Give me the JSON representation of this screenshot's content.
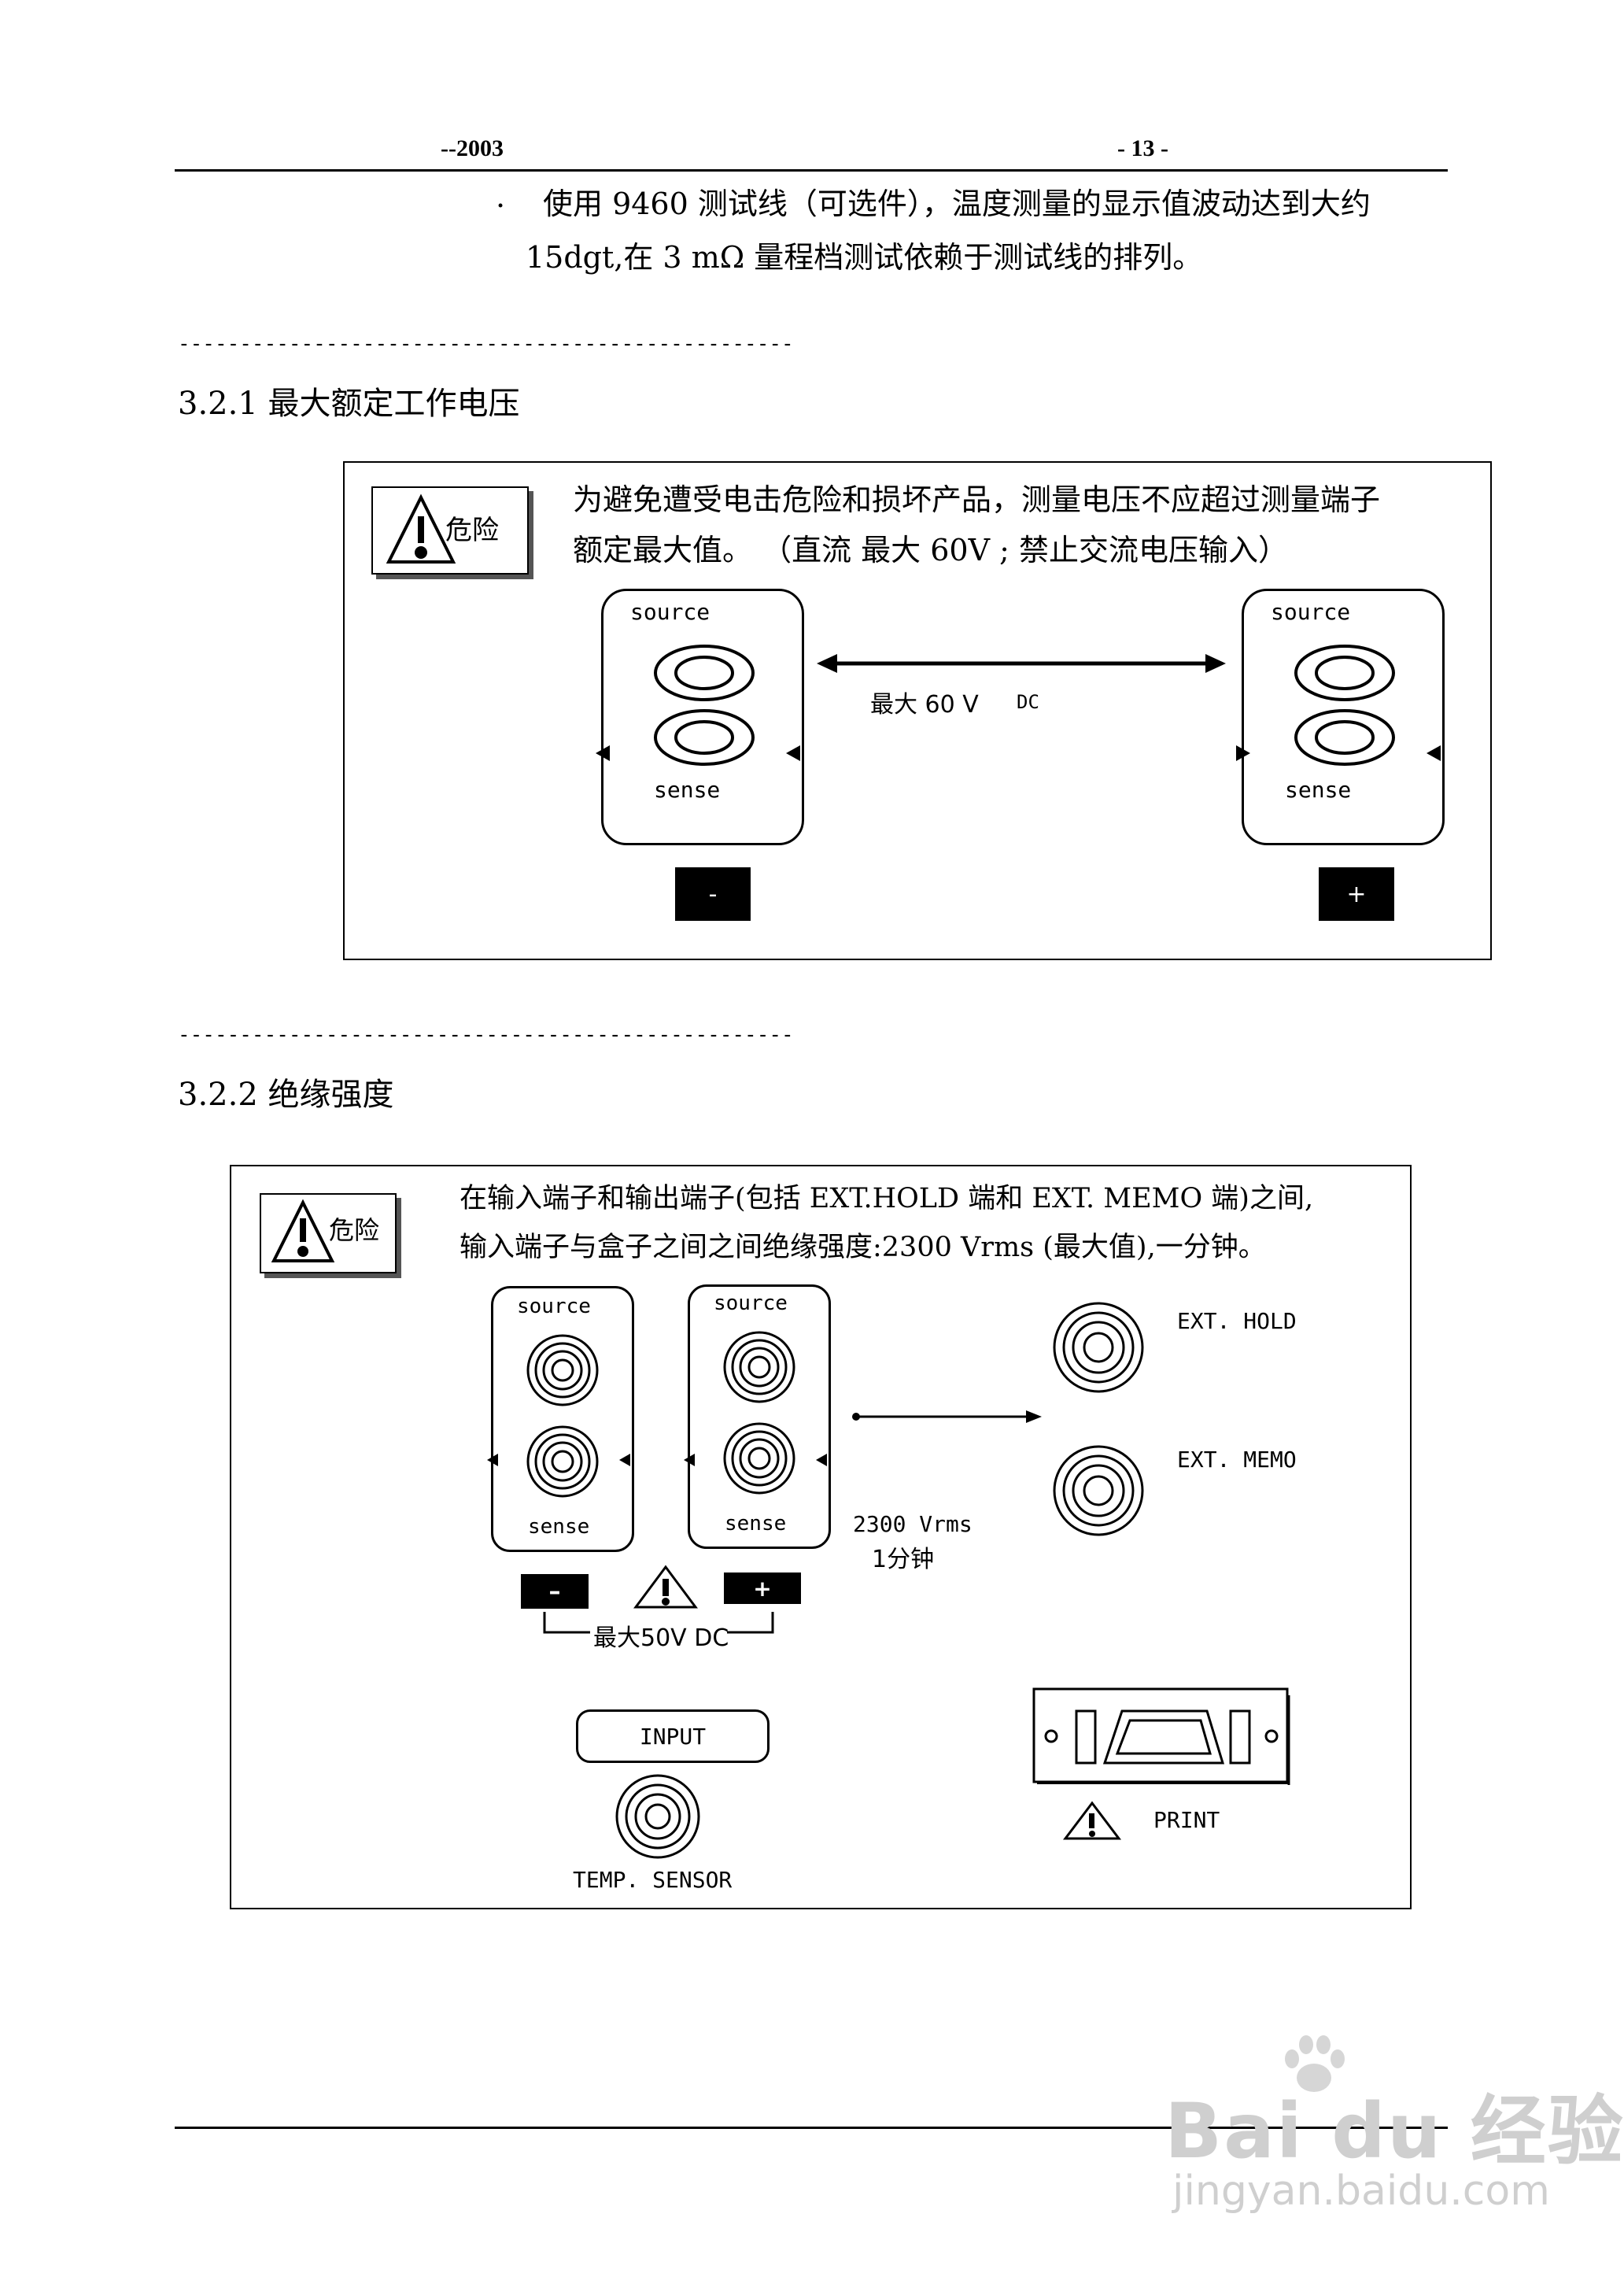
{
  "header": {
    "left": "--2003",
    "right": "- 13 -"
  },
  "note": {
    "bullet": ".",
    "line1": "使用 9460 测试线（可选件），温度测量的显示值波动达到大约",
    "line2": "15dgt,在 3 mΩ 量程档测试依赖于测试线的排列。"
  },
  "separator": "--------------------------------------------------",
  "section1": {
    "heading": "3.2.1 最大额定工作电压",
    "warning_label": "危险",
    "text_line1": "为避免遭受电击危险和损坏产品，测量电压不应超过测量端子",
    "text_line2": "额定最大值。   （直流  最大  60V  ;  禁止交流电压输入）",
    "left_panel": {
      "top_label": "source",
      "bottom_label": "sense",
      "tag": "-"
    },
    "right_panel": {
      "top_label": "source",
      "bottom_label": "sense",
      "tag": "+"
    },
    "arrow_label_main": "最大 60 V",
    "arrow_label_unit": "DC"
  },
  "section2": {
    "heading": "3.2.2 绝缘强度",
    "warning_label": "危险",
    "text_line1": "在输入端子和输出端子(包括 EXT.HOLD 端和 EXT. MEMO 端)之间,",
    "text_line2": "输入端子与盒子之间之间绝缘强度:2300 Vrms (最大值),一分钟。",
    "left_panel": {
      "top_label": "source",
      "bottom_label": "sense",
      "tag": "–"
    },
    "right_panel": {
      "top_label": "source",
      "bottom_label": "sense",
      "tag": "+"
    },
    "max_label": "最大50V  DC",
    "iso_label_1": "2300 Vrms",
    "iso_label_2": "1分钟",
    "ext_hold": "EXT. HOLD",
    "ext_memo": "EXT. MEMO",
    "input_label": "INPUT",
    "temp_sensor": "TEMP. SENSOR",
    "print_label": "PRINT"
  },
  "watermark": {
    "brand": "Bai du 经验",
    "url": "jingyan.baidu.com"
  }
}
